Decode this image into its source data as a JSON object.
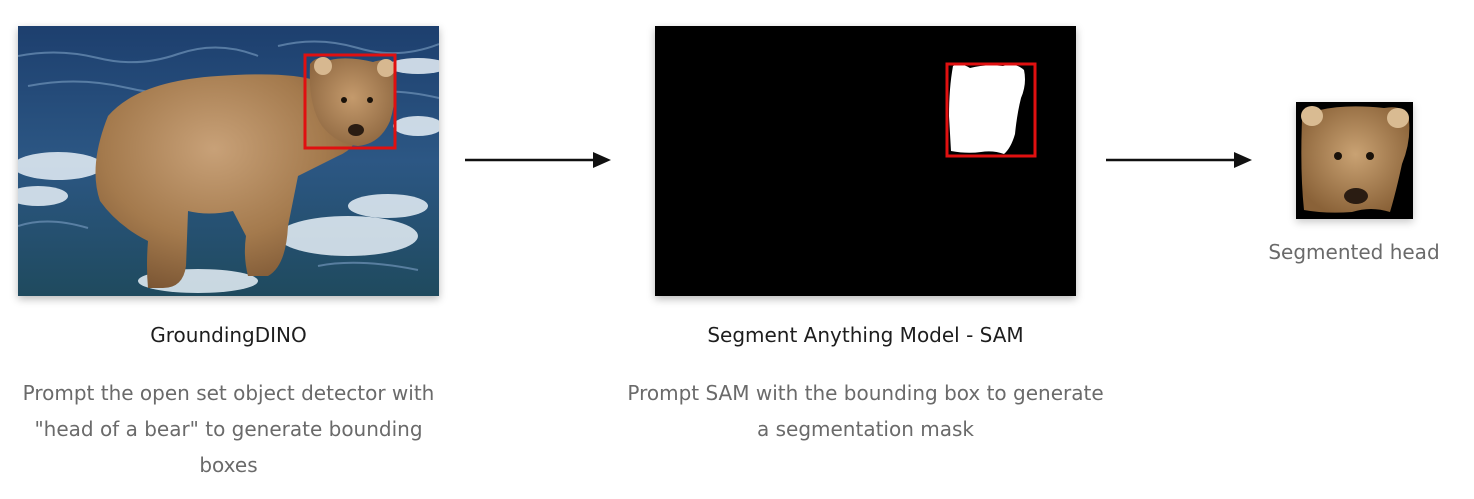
{
  "steps": [
    {
      "title": "GroundingDINO",
      "description": "Prompt the open set object detector with \"head of a bear\" to generate bounding boxes"
    },
    {
      "title": "Segment Anything Model - SAM",
      "description": "Prompt SAM with the bounding box to generate a segmentation mask"
    },
    {
      "caption": "Segmented head"
    }
  ],
  "colors": {
    "bounding_box": "#e01010",
    "arrow": "#111111",
    "mask_background": "#000000",
    "mask_foreground": "#ffffff",
    "water": "#2c4f7a",
    "bear_fur": "#a57a4c"
  }
}
